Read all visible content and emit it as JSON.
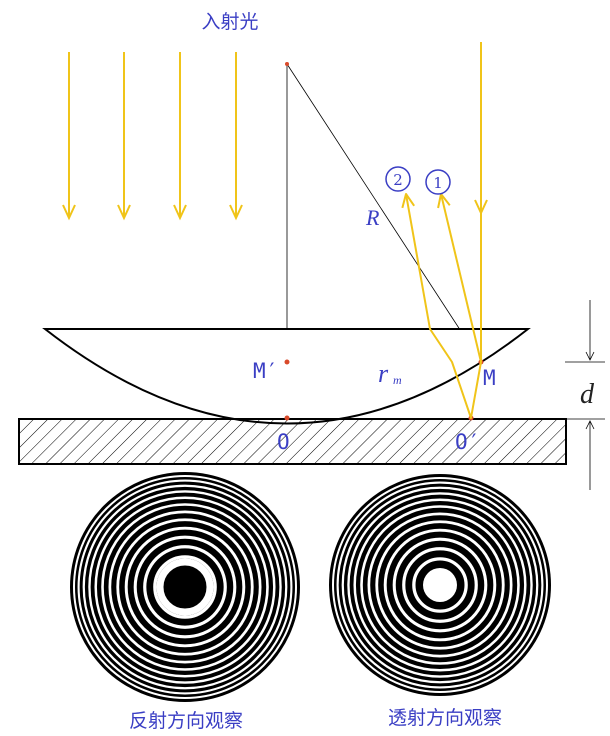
{
  "labels": {
    "incident_light": "入射光",
    "radius": "R",
    "ray_1": "1",
    "ray_2": "2",
    "point_m_prime": "M′",
    "point_m": "M",
    "r_m": "r",
    "r_m_sub": "m",
    "gap_d": "d",
    "point_o": "O",
    "point_o_prime": "O′",
    "reflection_caption": "反射方向观察",
    "transmission_caption": "透射方向观察"
  },
  "colors": {
    "ray": "#f0c419",
    "label": "#3a3ec4",
    "point": "#d94a2a",
    "line": "#000000"
  },
  "rings": {
    "reflection_center": "dark",
    "transmission_center": "bright"
  }
}
